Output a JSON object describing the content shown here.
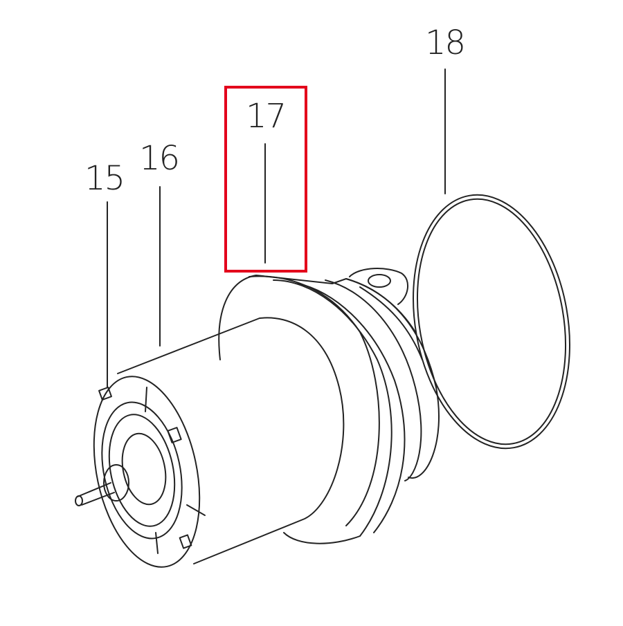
{
  "diagram": {
    "type": "exploded-parts-view",
    "highlight_color": "#e3001b",
    "line_color": "#222222",
    "callouts": [
      {
        "id": "15",
        "label": "15"
      },
      {
        "id": "16",
        "label": "16"
      },
      {
        "id": "17",
        "label": "17",
        "highlighted": true
      },
      {
        "id": "18",
        "label": "18"
      }
    ]
  }
}
